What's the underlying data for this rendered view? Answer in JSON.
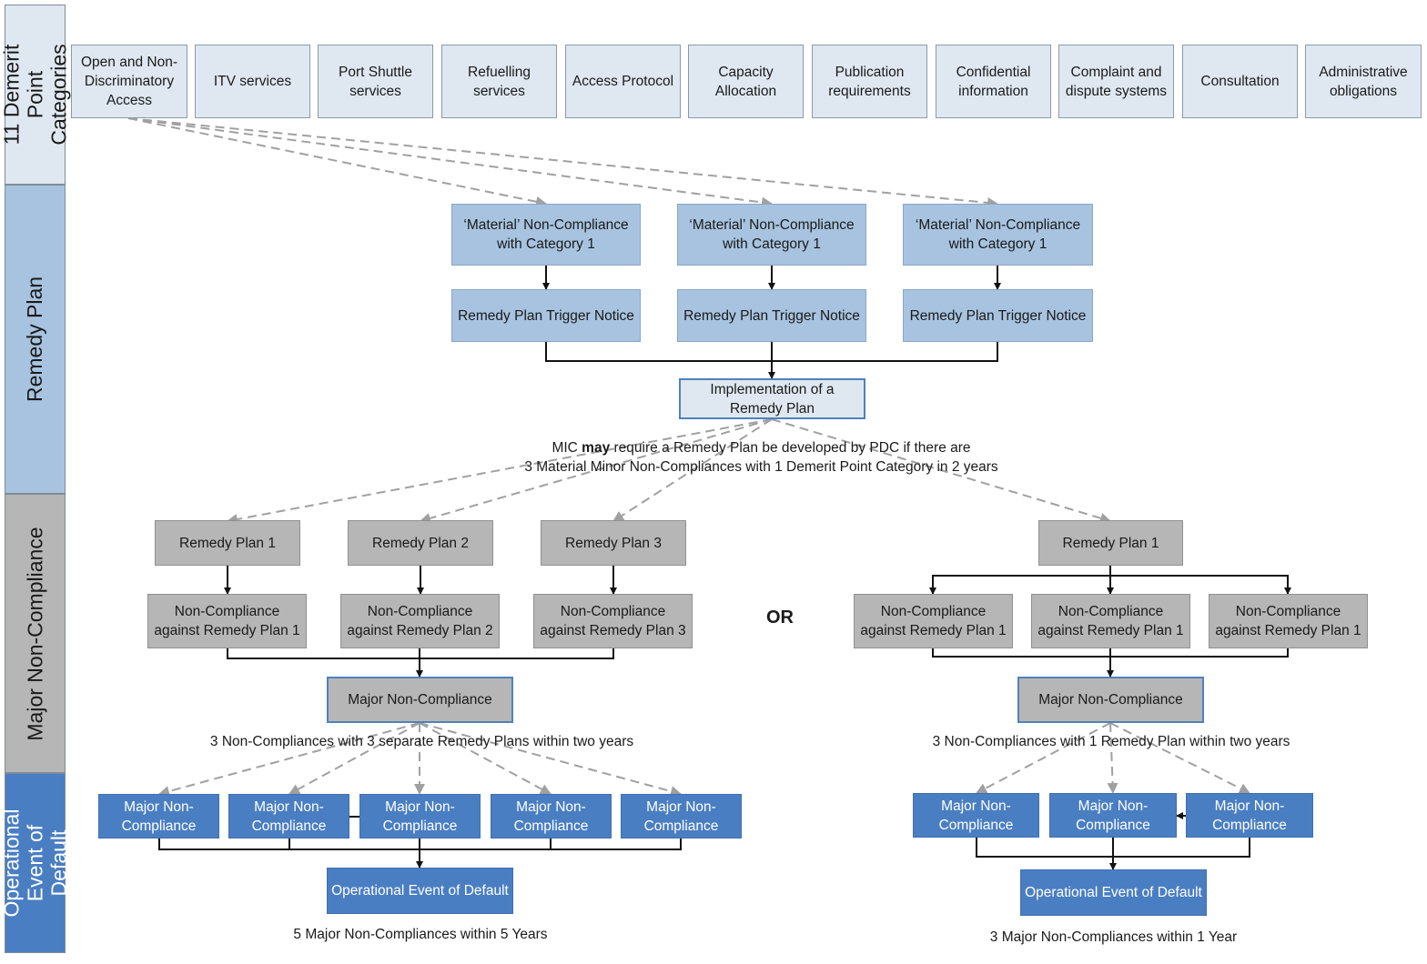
{
  "bands": {
    "demerit": "11 Demerit Point Categories",
    "remedy": "Remedy Plan",
    "major": "Major Non-Compliance",
    "oed": "Operational Event of Default"
  },
  "categories": [
    "Open and Non-Discriminatory Access",
    "ITV services",
    "Port Shuttle services",
    "Refuelling services",
    "Access Protocol",
    "Capacity Allocation",
    "Publication requirements",
    "Confidential information",
    "Complaint and dispute systems",
    "Consultation",
    "Administrative obligations"
  ],
  "remedy_section": {
    "material": [
      "‘Material’ Non-Compliance with Category 1",
      "‘Material’ Non-Compliance with Category 1",
      "‘Material’ Non-Compliance with Category 1"
    ],
    "trigger": [
      "Remedy Plan Trigger Notice",
      "Remedy Plan Trigger Notice",
      "Remedy Plan Trigger Notice"
    ],
    "implementation": "Implementation of a Remedy Plan",
    "note_prefix": "MIC ",
    "note_emphasis": "may",
    "note_rest": " require a Remedy Plan be developed by PDC if there are",
    "note_line2": "3 Material Minor Non-Compliances with 1 Demerit Point Category in 2 years"
  },
  "major_left": {
    "plans": [
      "Remedy Plan 1",
      "Remedy Plan 2",
      "Remedy Plan 3"
    ],
    "noncompliances": [
      "Non-Compliance against Remedy Plan 1",
      "Non-Compliance against Remedy Plan 2",
      "Non-Compliance against Remedy Plan 3"
    ],
    "major": "Major Non-Compliance",
    "note": "3 Non-Compliances with 3 separate Remedy Plans within two years"
  },
  "or_label": "OR",
  "major_right": {
    "plan": "Remedy Plan 1",
    "noncompliances": [
      "Non-Compliance against Remedy Plan 1",
      "Non-Compliance against Remedy Plan 1",
      "Non-Compliance against Remedy Plan 1"
    ],
    "major": "Major Non-Compliance",
    "note": "3 Non-Compliances with 1 Remedy Plan within two years"
  },
  "oed_left": {
    "majors": [
      "Major Non-Compliance",
      "Major Non-Compliance",
      "Major Non-Compliance",
      "Major Non-Compliance",
      "Major Non-Compliance"
    ],
    "event": "Operational Event of Default",
    "note": "5 Major Non-Compliances within 5 Years"
  },
  "oed_right": {
    "majors": [
      "Major Non-Compliance",
      "Major Non-Compliance",
      "Major Non-Compliance"
    ],
    "event": "Operational Event of Default",
    "note": "3 Major Non-Compliances within 1 Year"
  },
  "colors": {
    "category_fill": "#dfe8f1",
    "remedy_fill": "#a7c3df",
    "major_fill": "#b6b6b6",
    "oed_fill": "#4a7ec2",
    "band_remedy": "#a7c3df",
    "band_major": "#b6b6b6",
    "band_oed": "#4a7ec2",
    "highlight_border": "#4f81bd"
  }
}
